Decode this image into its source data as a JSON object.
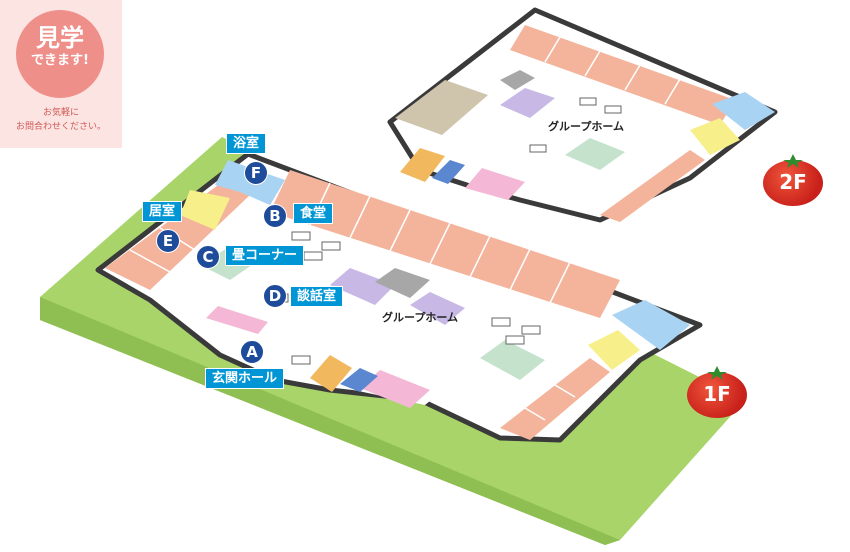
{
  "badge": {
    "title": "見学",
    "subtitle": "できます!",
    "note_line1": "お気軽に",
    "note_line2": "お問合わせください。"
  },
  "floors": {
    "second": {
      "tag": "2F",
      "area_label": "グループホーム"
    },
    "first": {
      "tag": "1F",
      "area_label": "グループホーム"
    }
  },
  "points": [
    {
      "letter": "A",
      "label": "玄関ホール"
    },
    {
      "letter": "B",
      "label": "食堂"
    },
    {
      "letter": "C",
      "label": "畳コーナー"
    },
    {
      "letter": "D",
      "label": "談話室"
    },
    {
      "letter": "E",
      "label": "居室"
    },
    {
      "letter": "F",
      "label": "浴室"
    }
  ],
  "colors": {
    "grass": "#a8d46a",
    "wall": "#3a3a3a",
    "room": "#f4b49c",
    "floor": "#ffffff",
    "bath": "#a9d3f2",
    "toilet": "#f7ef8a",
    "pink": "#f4b8d6",
    "purple": "#c7b8e6",
    "mint": "#c5e2cc",
    "gray": "#a7a7a7",
    "tan": "#cfc4ac",
    "stairs": "#f2b85e",
    "label_blue": "#0096d6",
    "pin_navy": "#1e4c9a",
    "tomato_red": "#d4261d"
  }
}
